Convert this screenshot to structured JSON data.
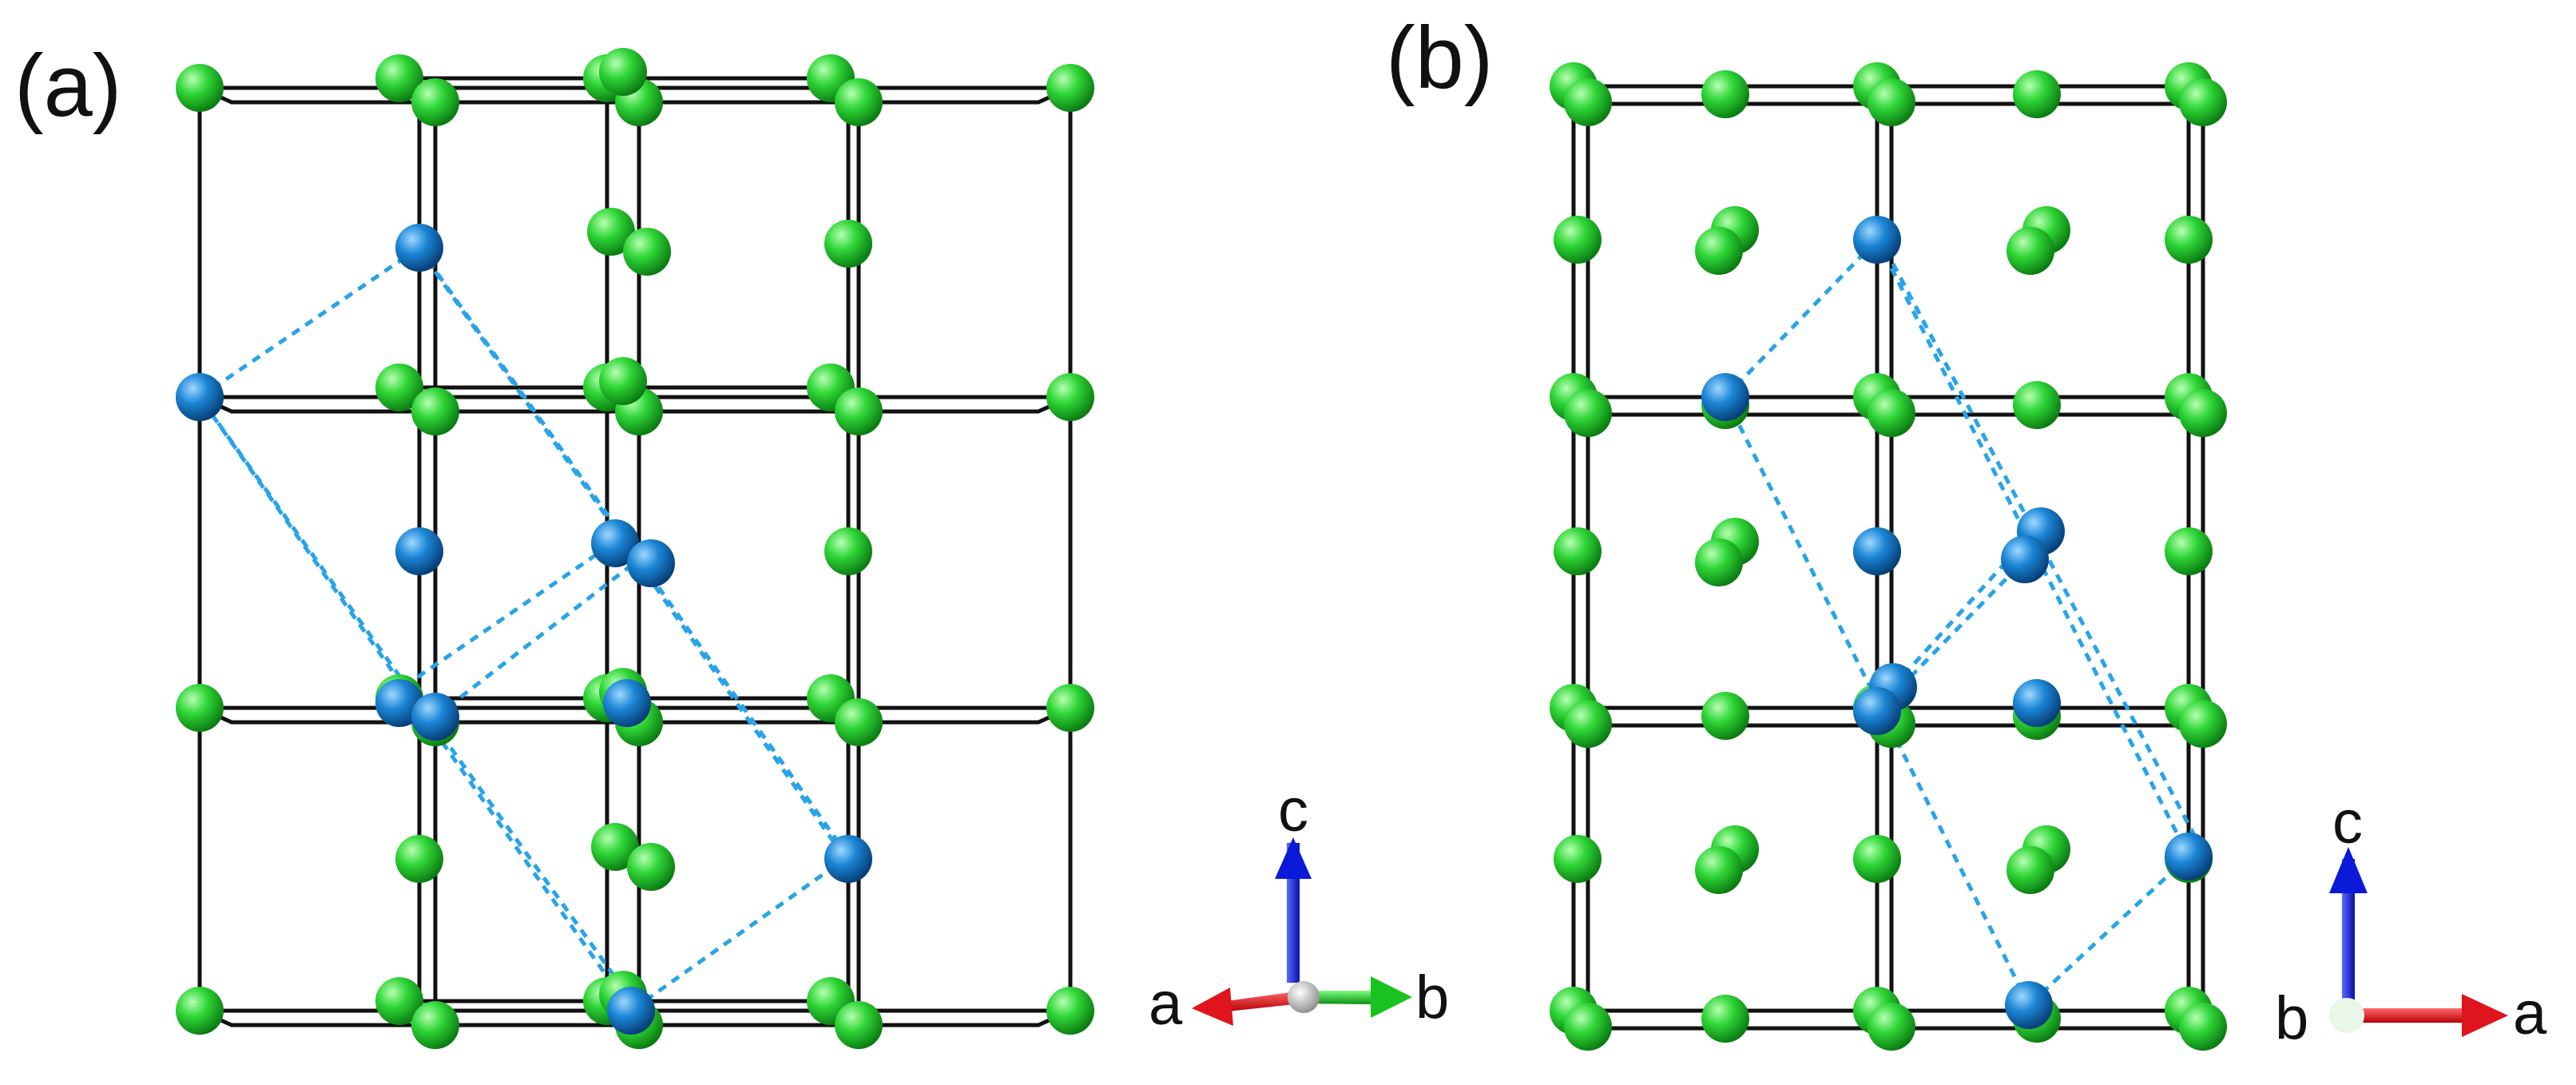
{
  "figure": {
    "panels": [
      {
        "id": "a",
        "label": "(a)",
        "axes": {
          "vertical": "c",
          "left": "a",
          "right": "b"
        }
      },
      {
        "id": "b",
        "label": "(b)",
        "axes": {
          "vertical": "c",
          "left": "b",
          "right": "a"
        }
      }
    ],
    "atom_colors": {
      "green": "#22cc2c",
      "blue": "#1b86d6"
    },
    "dashed_line_color": "#29a3e8",
    "axis_colors": {
      "a": "#e0141c",
      "b": "#19c21f",
      "c": "#0a1ad8"
    }
  }
}
